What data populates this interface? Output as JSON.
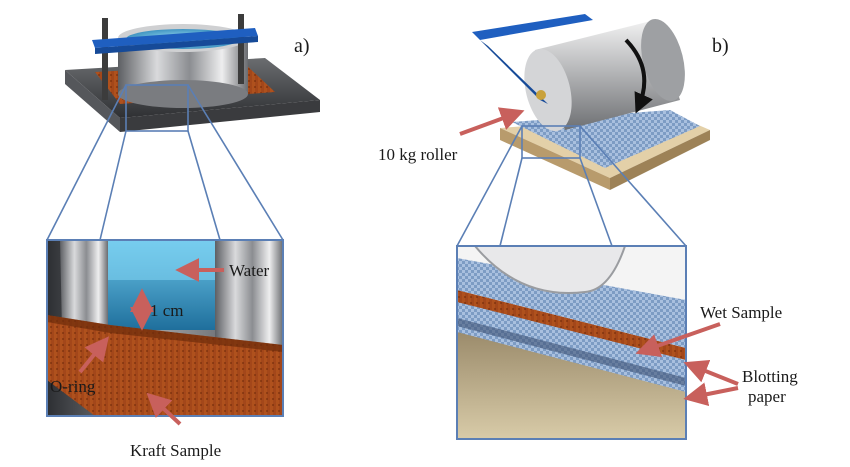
{
  "panels": {
    "a": {
      "tag": "a)",
      "labels": {
        "water": "Water",
        "height": "1 cm",
        "oring": "O-ring",
        "kraft": "Kraft Sample"
      }
    },
    "b": {
      "tag": "b)",
      "labels": {
        "roller": "10 kg roller",
        "wet": "Wet Sample",
        "blotting_line1": "Blotting",
        "blotting_line2": "paper"
      }
    }
  },
  "colors": {
    "zoom_line": "#5b7fb5",
    "arrow": "#c8605c",
    "frame_blue": "#1f5fc0",
    "kraft": "#a04a14",
    "water": "#4aa3d0",
    "blotting": "#6f8fb8"
  }
}
